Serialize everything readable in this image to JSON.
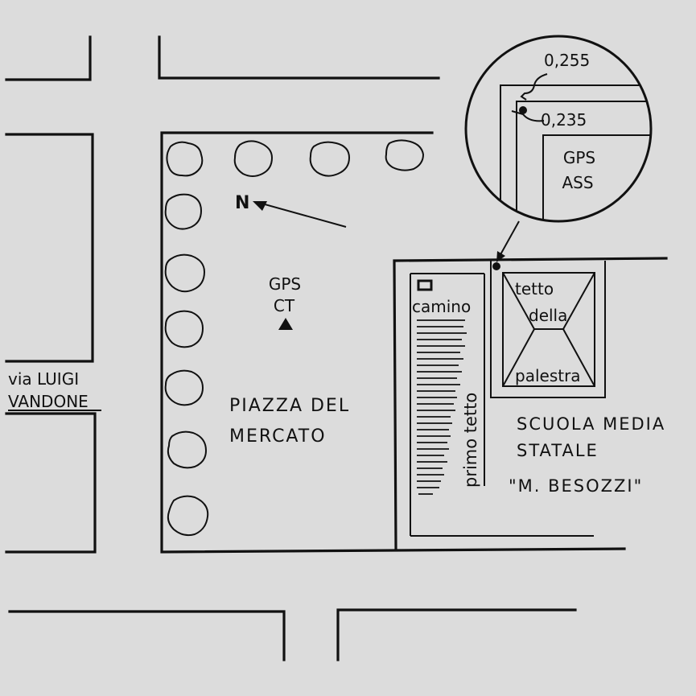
{
  "street": {
    "line1": "via LUIGI",
    "line2": "VANDONE"
  },
  "square": {
    "line1": "PIAZZA DEL",
    "line2": "MERCATO"
  },
  "north": {
    "label": "N"
  },
  "gps_ct": {
    "line1": "GPS",
    "line2": "CT"
  },
  "school": {
    "line1": "SCUOLA MEDIA",
    "line2": "STATALE",
    "line3": "\"M. BESOZZI\""
  },
  "gym_roof": {
    "line1": "tetto",
    "line2": "della",
    "line3": "palestra"
  },
  "chimney": {
    "label": "camino"
  },
  "first_roof": {
    "label": "primo tetto"
  },
  "inset": {
    "measure_top": "0,255",
    "measure_bottom": "0,235",
    "gps_ass_line1": "GPS",
    "gps_ass_line2": "ASS"
  },
  "colors": {
    "background": "#dcdcdc",
    "ink": "#111111"
  }
}
